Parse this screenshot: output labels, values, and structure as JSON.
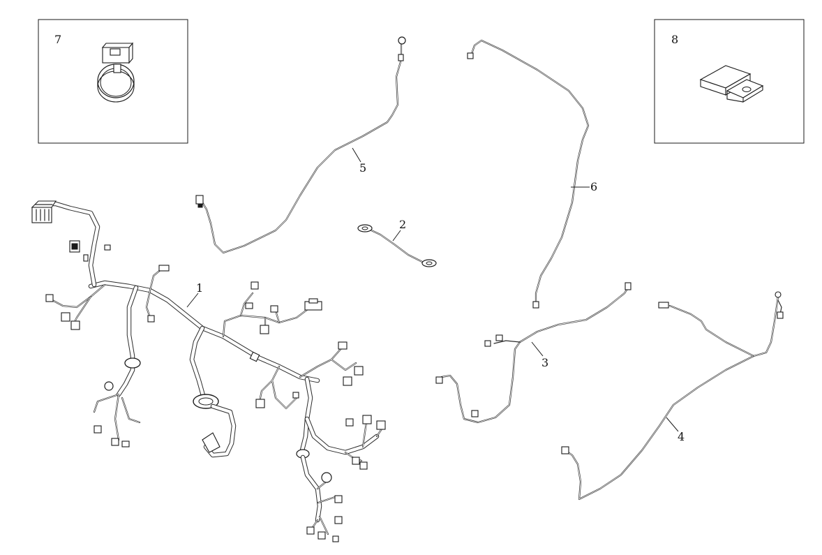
{
  "parts": [
    {
      "id": "part-1",
      "label": "1"
    },
    {
      "id": "part-2",
      "label": "2"
    },
    {
      "id": "part-3",
      "label": "3"
    },
    {
      "id": "part-4",
      "label": "4"
    },
    {
      "id": "part-5",
      "label": "5"
    },
    {
      "id": "part-6",
      "label": "6"
    },
    {
      "id": "part-7",
      "label": "7"
    },
    {
      "id": "part-8",
      "label": "8"
    }
  ],
  "colors": {
    "line": "#1a1a1a",
    "background": "#ffffff"
  }
}
